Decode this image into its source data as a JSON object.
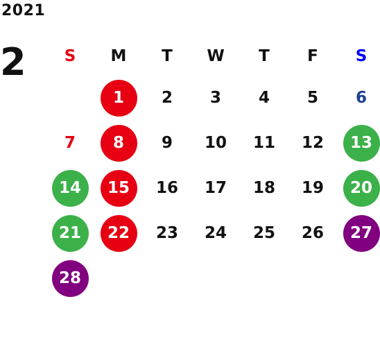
{
  "header": {
    "year": "2021",
    "month": "2"
  },
  "colors": {
    "default_text": "#111111",
    "sunday_text": "#e60012",
    "saturday_text": "#0000ff",
    "saturday_date_text": "#1d3f8f",
    "holiday_red": "#e60012",
    "weekend_green": "#3cb14a",
    "special_purple": "#800080"
  },
  "weekdays": [
    {
      "label": "S",
      "color": "#e60012"
    },
    {
      "label": "M",
      "color": "#111111"
    },
    {
      "label": "T",
      "color": "#111111"
    },
    {
      "label": "W",
      "color": "#111111"
    },
    {
      "label": "T",
      "color": "#111111"
    },
    {
      "label": "F",
      "color": "#111111"
    },
    {
      "label": "S",
      "color": "#0000ff"
    }
  ],
  "weeks": [
    [
      {
        "day": "",
        "text_color": "#111111",
        "bg": ""
      },
      {
        "day": "1",
        "text_color": "#ffffff",
        "bg": "#e60012"
      },
      {
        "day": "2",
        "text_color": "#111111",
        "bg": ""
      },
      {
        "day": "3",
        "text_color": "#111111",
        "bg": ""
      },
      {
        "day": "4",
        "text_color": "#111111",
        "bg": ""
      },
      {
        "day": "5",
        "text_color": "#111111",
        "bg": ""
      },
      {
        "day": "6",
        "text_color": "#1d3f8f",
        "bg": ""
      }
    ],
    [
      {
        "day": "7",
        "text_color": "#e60012",
        "bg": ""
      },
      {
        "day": "8",
        "text_color": "#ffffff",
        "bg": "#e60012"
      },
      {
        "day": "9",
        "text_color": "#111111",
        "bg": ""
      },
      {
        "day": "10",
        "text_color": "#111111",
        "bg": ""
      },
      {
        "day": "11",
        "text_color": "#111111",
        "bg": ""
      },
      {
        "day": "12",
        "text_color": "#111111",
        "bg": ""
      },
      {
        "day": "13",
        "text_color": "#ffffff",
        "bg": "#3cb14a"
      }
    ],
    [
      {
        "day": "14",
        "text_color": "#ffffff",
        "bg": "#3cb14a"
      },
      {
        "day": "15",
        "text_color": "#ffffff",
        "bg": "#e60012"
      },
      {
        "day": "16",
        "text_color": "#111111",
        "bg": ""
      },
      {
        "day": "17",
        "text_color": "#111111",
        "bg": ""
      },
      {
        "day": "18",
        "text_color": "#111111",
        "bg": ""
      },
      {
        "day": "19",
        "text_color": "#111111",
        "bg": ""
      },
      {
        "day": "20",
        "text_color": "#ffffff",
        "bg": "#3cb14a"
      }
    ],
    [
      {
        "day": "21",
        "text_color": "#ffffff",
        "bg": "#3cb14a"
      },
      {
        "day": "22",
        "text_color": "#ffffff",
        "bg": "#e60012"
      },
      {
        "day": "23",
        "text_color": "#111111",
        "bg": ""
      },
      {
        "day": "24",
        "text_color": "#111111",
        "bg": ""
      },
      {
        "day": "25",
        "text_color": "#111111",
        "bg": ""
      },
      {
        "day": "26",
        "text_color": "#111111",
        "bg": ""
      },
      {
        "day": "27",
        "text_color": "#ffffff",
        "bg": "#800080"
      }
    ],
    [
      {
        "day": "28",
        "text_color": "#ffffff",
        "bg": "#800080"
      },
      {
        "day": "",
        "text_color": "#111111",
        "bg": ""
      },
      {
        "day": "",
        "text_color": "#111111",
        "bg": ""
      },
      {
        "day": "",
        "text_color": "#111111",
        "bg": ""
      },
      {
        "day": "",
        "text_color": "#111111",
        "bg": ""
      },
      {
        "day": "",
        "text_color": "#111111",
        "bg": ""
      },
      {
        "day": "",
        "text_color": "#111111",
        "bg": ""
      }
    ]
  ]
}
